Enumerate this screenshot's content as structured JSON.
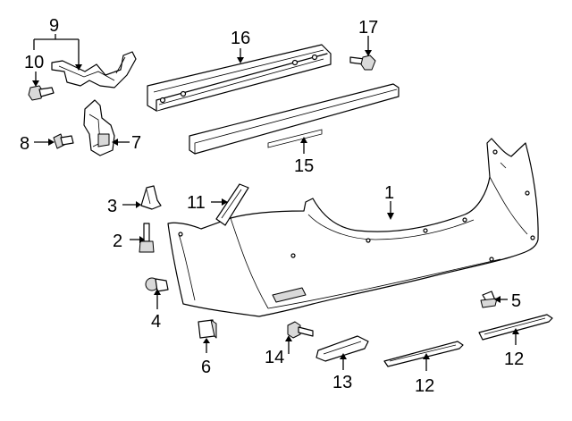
{
  "diagram": {
    "callouts": [
      {
        "id": "c1",
        "label": "1"
      },
      {
        "id": "c2",
        "label": "2"
      },
      {
        "id": "c3",
        "label": "3"
      },
      {
        "id": "c4",
        "label": "4"
      },
      {
        "id": "c5",
        "label": "5"
      },
      {
        "id": "c6",
        "label": "6"
      },
      {
        "id": "c7",
        "label": "7"
      },
      {
        "id": "c8",
        "label": "8"
      },
      {
        "id": "c9",
        "label": "9"
      },
      {
        "id": "c10",
        "label": "10"
      },
      {
        "id": "c11",
        "label": "11"
      },
      {
        "id": "c12a",
        "label": "12"
      },
      {
        "id": "c12b",
        "label": "12"
      },
      {
        "id": "c13",
        "label": "13"
      },
      {
        "id": "c14",
        "label": "14"
      },
      {
        "id": "c15",
        "label": "15"
      },
      {
        "id": "c16",
        "label": "16"
      },
      {
        "id": "c17",
        "label": "17"
      }
    ]
  },
  "colors": {
    "line": "#000000",
    "fill": "#ffffff",
    "shade": "#d9d9d9"
  }
}
